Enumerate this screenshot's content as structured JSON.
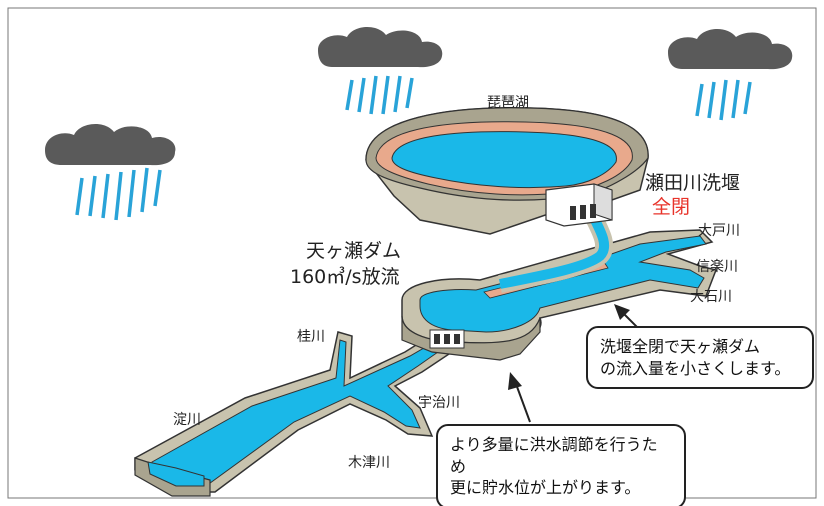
{
  "labels": {
    "lake": "琵琶湖",
    "weir_name": "瀬田川洗堰",
    "weir_status": "全閉",
    "dam_name": "天ヶ瀬ダム",
    "dam_release": "160㎥/s放流",
    "rivers": {
      "oto": "大戸川",
      "shigaraki": "信楽川",
      "oishi": "大石川",
      "katsura": "桂川",
      "uji": "宇治川",
      "yodo": "淀川",
      "kizu": "木津川"
    }
  },
  "callouts": {
    "weir_note": {
      "line1": "洗堰全閉で天ヶ瀬ダム",
      "line2": "の流入量を小さくします。"
    },
    "dam_note": {
      "line1": "より多量に洪水調節を行うため",
      "line2": "更に貯水位が上がります。"
    }
  },
  "colors": {
    "water": "#1ab8e8",
    "concrete": "#c8c3ae",
    "concrete_dark": "#a9a48f",
    "lake_shore": "#e8a98c",
    "cloud": "#5a5a5a",
    "rain": "#29a3d8",
    "status_red": "#e8332a"
  },
  "icons": [
    "cloud-icon",
    "rain-icon",
    "arrow-icon"
  ]
}
